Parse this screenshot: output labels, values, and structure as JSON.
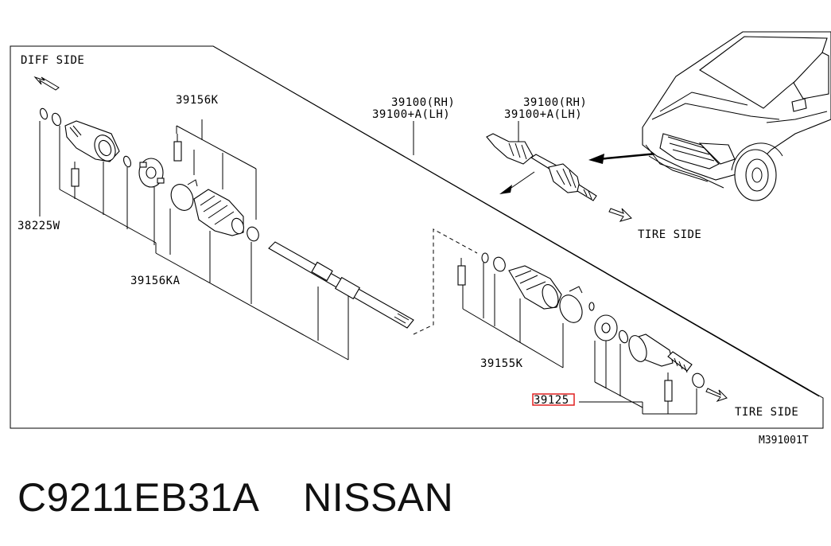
{
  "diagram": {
    "labels": {
      "diff_side": "DIFF SIDE",
      "tire_side_upper": "TIRE SIDE",
      "tire_side_lower": "TIRE SIDE",
      "p39156K": "39156K",
      "p38225W": "38225W",
      "p39156KA": "39156KA",
      "p39155K": "39155K",
      "p39125": "39125",
      "assy_rh_1": "39100(RH)",
      "assy_lh_1": "39100+A(LH)",
      "assy_rh_2": "39100(RH)",
      "assy_lh_2": "39100+A(LH)",
      "figure_code": "M391001T"
    },
    "highlight_color": "#e02020"
  },
  "caption": {
    "text": "C9211EB31A    NISSAN"
  }
}
